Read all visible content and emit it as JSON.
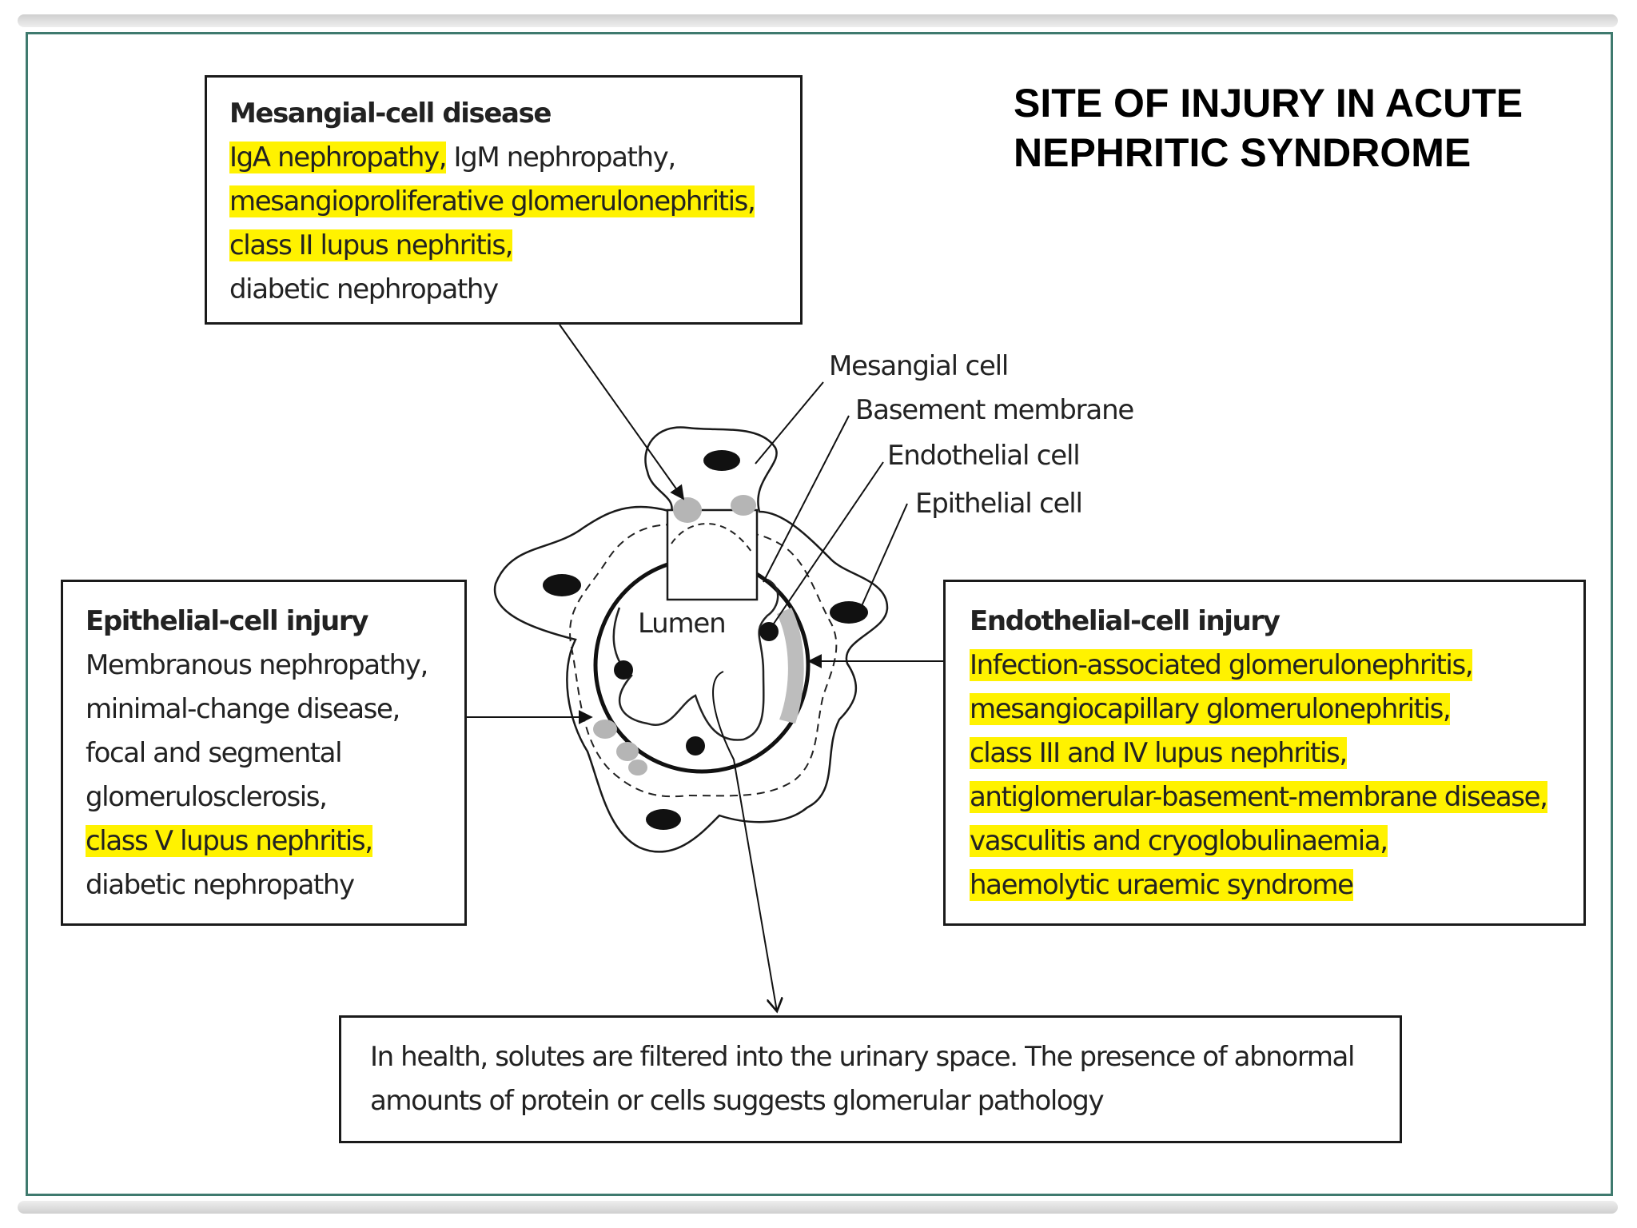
{
  "title": {
    "line1": "SITE OF INJURY IN ACUTE",
    "line2": "NEPHRITIC SYNDROME"
  },
  "mesangial_box": {
    "heading": "Mesangial-cell disease",
    "line1_hl": "IgA nephropathy,",
    "line1_rest": " IgM nephropathy,",
    "line2": "mesangioproliferative glomerulonephritis,",
    "line3": "class II lupus nephritis,",
    "line4": "diabetic nephropathy"
  },
  "epithelial_box": {
    "heading": "Epithelial-cell injury",
    "line1": "Membranous nephropathy,",
    "line2": "minimal-change disease,",
    "line3": "focal and segmental",
    "line4": "glomerulosclerosis,",
    "line5": "class V lupus nephritis,",
    "line6": "diabetic nephropathy"
  },
  "endothelial_box": {
    "heading": "Endothelial-cell injury",
    "line1": "Infection-associated glomerulonephritis,",
    "line2": "mesangiocapillary glomerulonephritis,",
    "line3": "class III and IV lupus nephritis,",
    "line4": "antiglomerular-basement-membrane disease,",
    "line5": "vasculitis and cryoglobulinaemia,",
    "line6": "haemolytic uraemic syndrome"
  },
  "note_box": {
    "line1": "In health, solutes are filtered into the urinary space. The presence of abnormal",
    "line2": "amounts of protein or cells suggests glomerular pathology"
  },
  "labels": {
    "mesangial_cell": "Mesangial cell",
    "basement_membrane": "Basement membrane",
    "endothelial_cell": "Endothelial cell",
    "epithelial_cell": "Epithelial cell",
    "lumen": "Lumen"
  },
  "colors": {
    "highlight": "#fff200",
    "frame": "#3f7a6e"
  }
}
